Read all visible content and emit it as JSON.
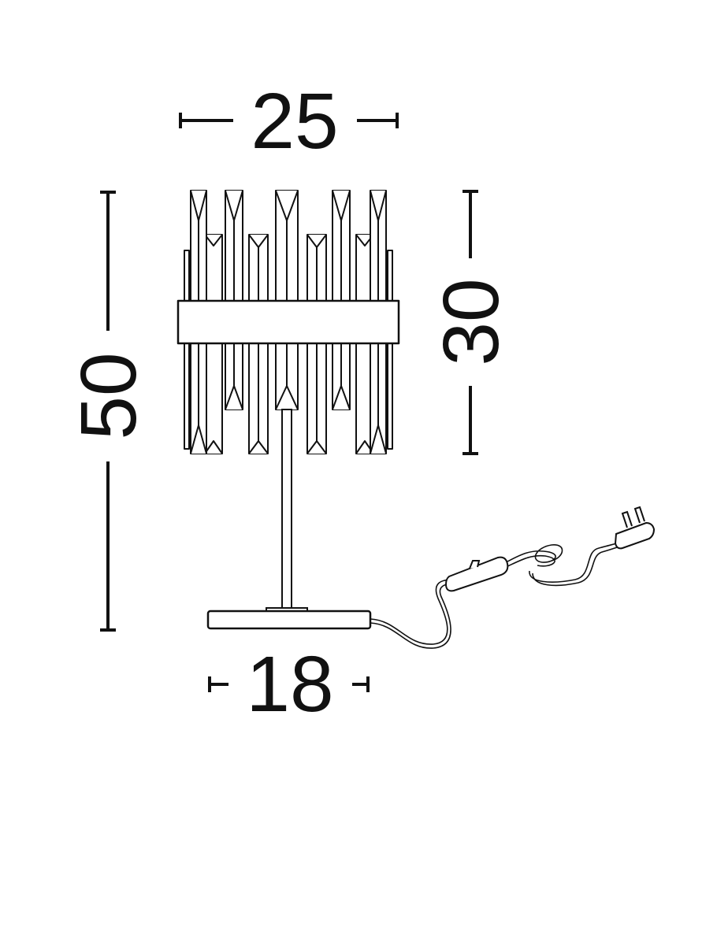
{
  "dimensions": {
    "width_top": "25",
    "height_total": "50",
    "height_shade": "30",
    "width_base": "18"
  },
  "colors": {
    "line": "#111111",
    "background": "#ffffff"
  }
}
